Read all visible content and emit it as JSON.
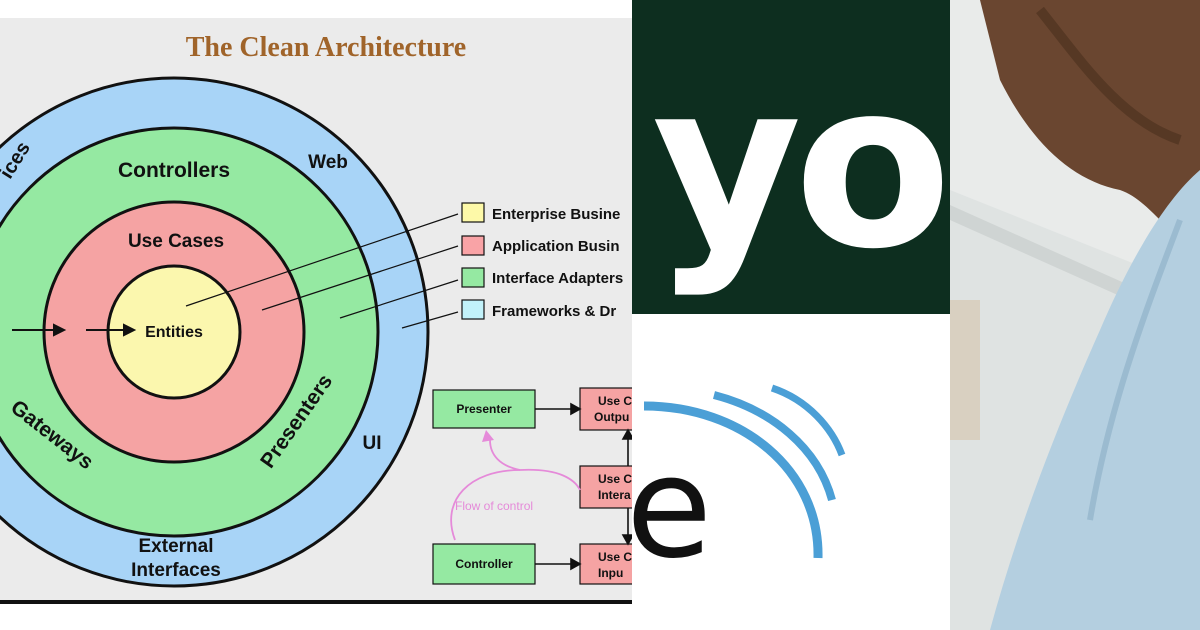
{
  "diagram": {
    "title": "The Clean Architecture",
    "rings": {
      "outer_labels": {
        "devices": "ices",
        "web": "Web",
        "ui": "UI",
        "external_line1": "External",
        "external_line2": "Interfaces"
      },
      "adapters_labels": {
        "controllers": "Controllers",
        "gateways": "Gateways",
        "presenters": "Presenters"
      },
      "use_cases_label": "Use Cases",
      "entities_label": "Entities"
    },
    "legend": [
      {
        "label": "Enterprise Busine",
        "color": "#fdf9a8"
      },
      {
        "label": "Application Busin",
        "color": "#f9a3a6"
      },
      {
        "label": "Interface Adapters",
        "color": "#95e9a2"
      },
      {
        "label": "Frameworks & Dr",
        "color": "#c2f2fa"
      }
    ],
    "flow": {
      "presenter": "Presenter",
      "controller": "Controller",
      "use_case_output_line1": "Use C",
      "use_case_output_line2": "Outpu",
      "use_case_interactor_line1": "Use C",
      "use_case_interactor_line2": "Intera",
      "use_case_input_line1": "Use C",
      "use_case_input_line2": "Inpu",
      "flow_of_control": "Flow of control"
    },
    "colors": {
      "background": "#ebebeb",
      "title": "#a0642a",
      "frameworks_ring": "#a8d4f7",
      "adapters_ring": "#95e9a2",
      "use_cases_ring": "#f5a3a3",
      "entities": "#fbf7ae",
      "flow_of_control": "#e58ad9"
    }
  },
  "logo": {
    "top_letters": "yo",
    "bottom_letter": "e",
    "colors": {
      "dark_panel": "#0d2e1f",
      "arcs": "#4b9fd6",
      "letter": "#111111"
    }
  },
  "photo": {
    "description_icon": "person-photo",
    "colors": {
      "hair": "#5b3a24",
      "shirt": "#b4cfe0",
      "wall": "#e9ebea"
    }
  }
}
